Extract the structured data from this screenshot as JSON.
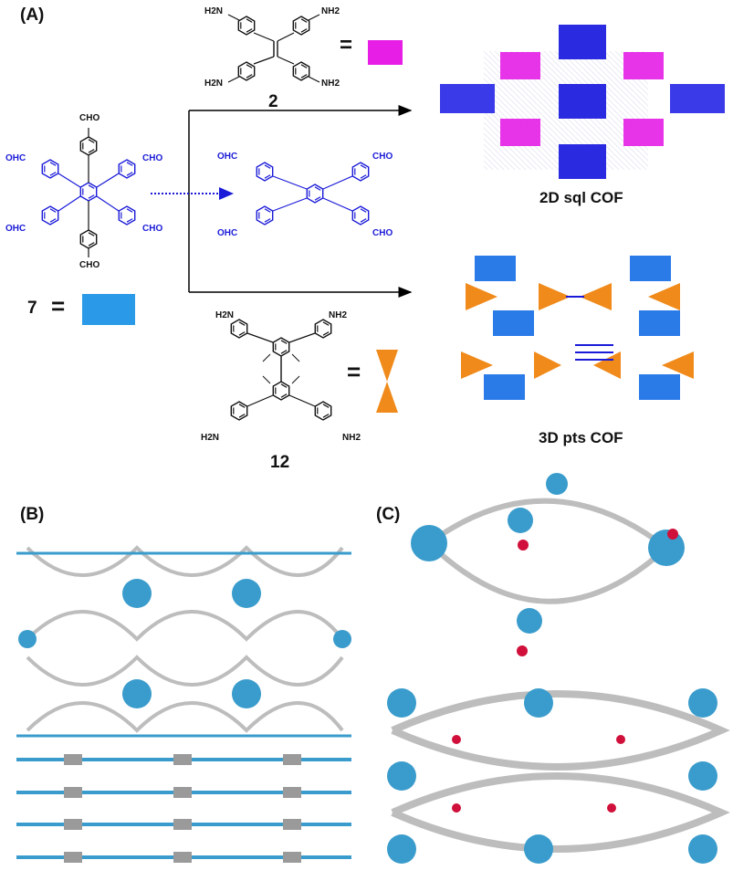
{
  "panels": {
    "a_label": "(A)",
    "b_label": "(B)",
    "c_label": "(C)"
  },
  "compounds": {
    "c2_label": "2",
    "c7_label": "7",
    "c12_label": "12",
    "equals": "=",
    "nh2": "NH2",
    "h2n": "H2N",
    "cho": "CHO",
    "ohc": "OHC"
  },
  "products": {
    "sql_label": "2D sql COF",
    "pts_label": "3D pts COF"
  },
  "colors": {
    "magenta": "#e61ee6",
    "blue_block": "#2a2ae0",
    "sky_block": "#2a9ae8",
    "orange": "#f08a1a",
    "molecule_blue": "#1a1ad8",
    "crystal_blue": "#3a9ccc",
    "crystal_grey": "#bdbdbd",
    "oxygen_red": "#d0103a"
  }
}
